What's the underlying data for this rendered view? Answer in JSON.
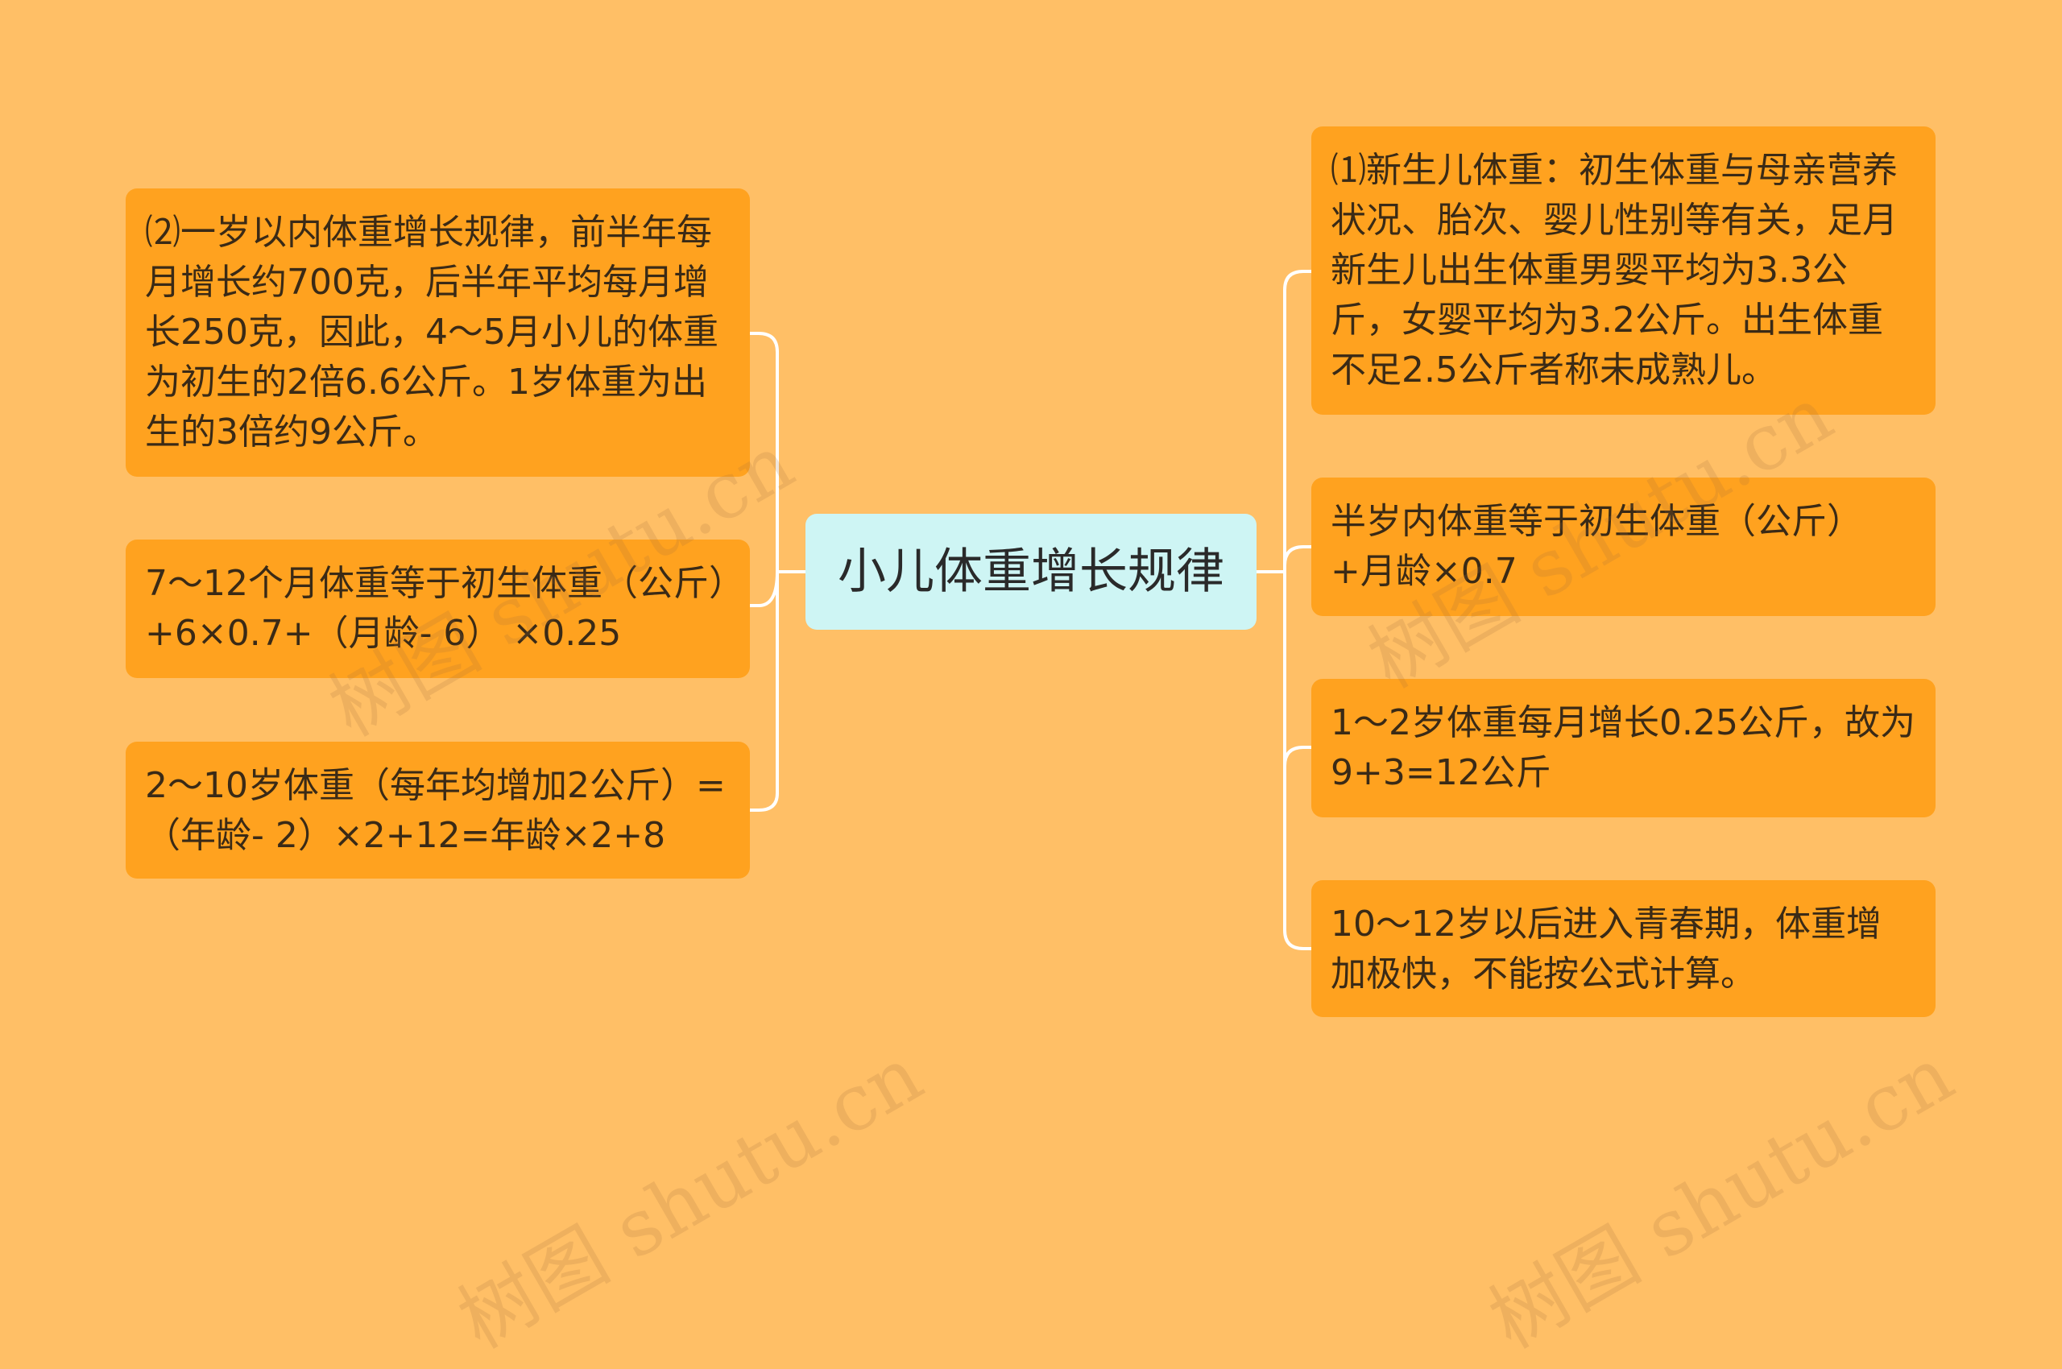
{
  "root": {
    "label": "小儿体重增长规律"
  },
  "left_nodes": [
    {
      "text": "⑵一岁以内体重增长规律，前半年每月增长约700克，后半年平均每月增长250克，因此，4～5月小儿的体重为初生的2倍6.6公斤。1岁体重为出生的3倍约9公斤。"
    },
    {
      "text": "7～12个月体重等于初生体重（公斤）+6×0.7+（月龄- 6） ×0.25"
    },
    {
      "text": "2～10岁体重（每年均增加2公斤）=（年龄- 2）×2+12=年龄×2+8"
    }
  ],
  "right_nodes": [
    {
      "text": "⑴新生儿体重：初生体重与母亲营养状况、胎次、婴儿性别等有关，足月新生儿出生体重男婴平均为3.3公斤，女婴平均为3.2公斤。出生体重不足2.5公斤者称未成熟儿。"
    },
    {
      "text": "半岁内体重等于初生体重（公斤）+月龄×0.7"
    },
    {
      "text": "1～2岁体重每月增长0.25公斤，故为9+3=12公斤"
    },
    {
      "text": "10～12岁以后进入青春期，体重增加极快，不能按公式计算。"
    }
  ],
  "watermark": {
    "text": "树图 shutu.cn"
  },
  "colors": {
    "background": "#ffbf66",
    "node": "#ffa21f",
    "root": "#cef5f4",
    "connector": "#ffffff"
  }
}
